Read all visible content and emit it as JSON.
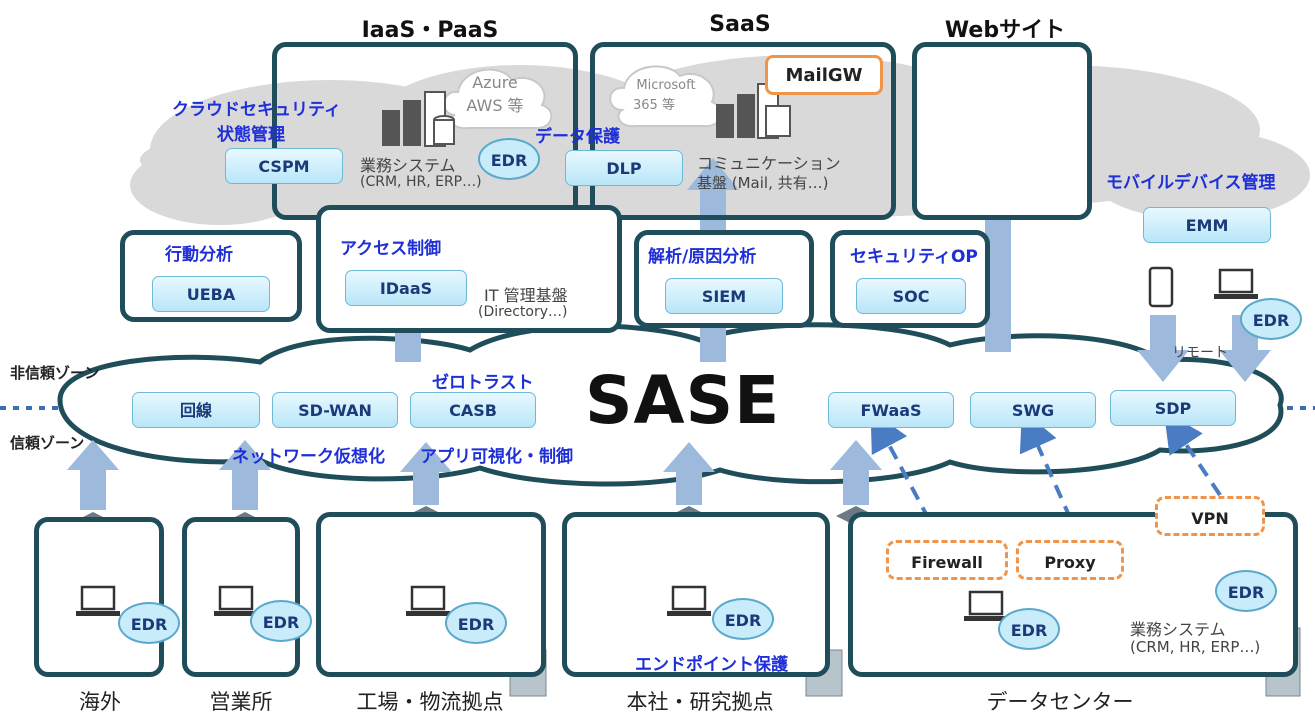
{
  "zones": {
    "iaas": "IaaS・PaaS",
    "saas": "SaaS",
    "web": "Webサイト",
    "untrusted": "非信頼ゾーン",
    "trusted": "信頼ゾーン"
  },
  "iaas": {
    "cloud_label_1": "Azure",
    "cloud_label_2": "AWS 等",
    "system_label": "業務システム",
    "system_sub": "(CRM, HR, ERP…)",
    "edr": "EDR",
    "cspm_caption": "クラウドセキュリティ",
    "cspm_caption_2": "状態管理",
    "cspm": "CSPM"
  },
  "saas": {
    "cloud_label_1": "Microsoft",
    "cloud_label_2": "365 等",
    "mailgw": "MailGW",
    "comm_label": "コミュニケーション",
    "comm_sub": "基盤 (Mail, 共有…)",
    "dlp_caption": "データ保護",
    "dlp": "DLP"
  },
  "services": {
    "ueba_caption": "行動分析",
    "ueba": "UEBA",
    "idaas_caption": "アクセス制御",
    "idaas": "IDaaS",
    "it_label": "IT 管理基盤",
    "it_sub": "(Directory…)",
    "siem_caption": "解析/原因分析",
    "siem": "SIEM",
    "soc_caption": "セキュリティOP",
    "soc": "SOC",
    "emm_caption": "モバイルデバイス管理",
    "emm": "EMM",
    "edr": "EDR",
    "remote": "リモート"
  },
  "sase": {
    "title": "SASE",
    "zerotrust": "ゼロトラスト",
    "network_virt": "ネットワーク仮想化",
    "app_visibility": "アプリ可視化・制御",
    "items": [
      "回線",
      "SD-WAN",
      "CASB",
      "FWaaS",
      "SWG",
      "SDP"
    ]
  },
  "sites": {
    "overseas": "海外",
    "sales": "営業所",
    "factory": "工場・物流拠点",
    "hq": "本社・研究拠点",
    "datacenter": "データセンター",
    "edr": "EDR",
    "endpoint": "エンドポイント保護",
    "firewall": "Firewall",
    "proxy": "Proxy",
    "vpn": "VPN",
    "dc_system": "業務システム",
    "dc_system_sub": "(CRM, HR, ERP…)"
  }
}
